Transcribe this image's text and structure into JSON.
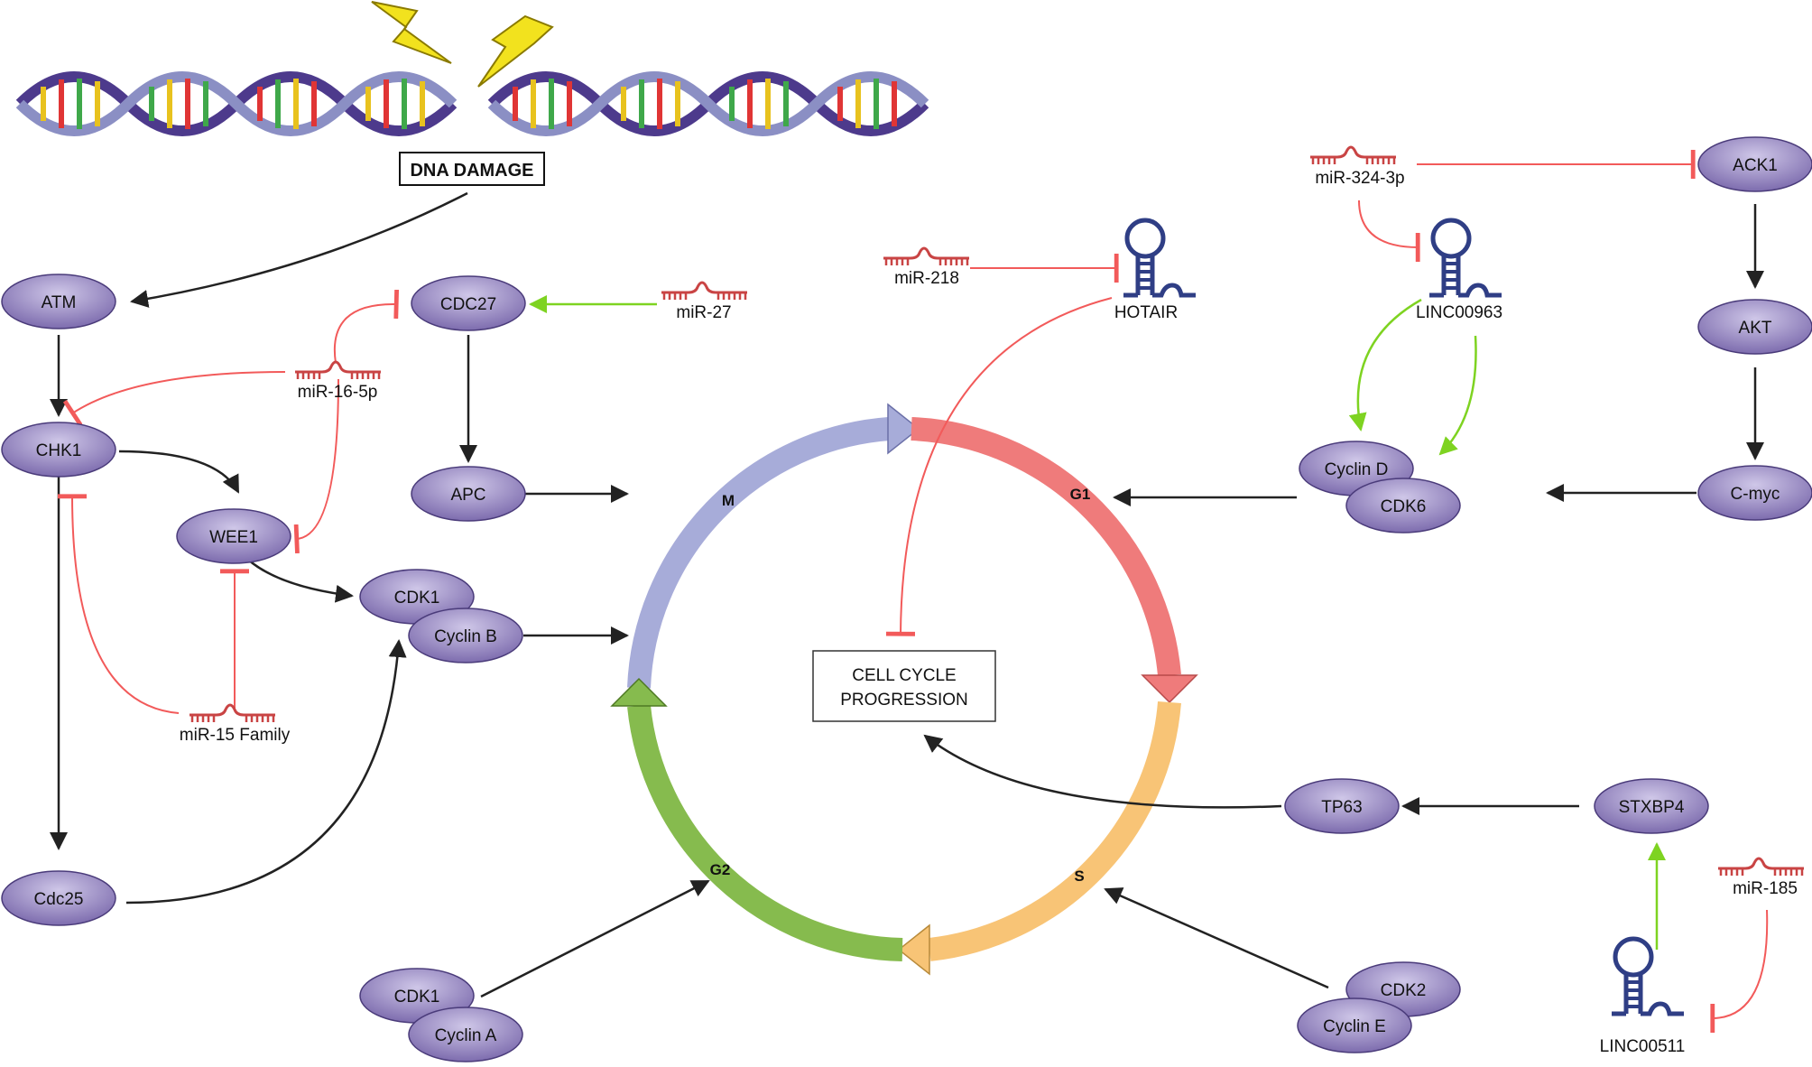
{
  "colors": {
    "node_fill_light": "#b6acd6",
    "node_fill_dark": "#7a68aa",
    "node_stroke": "#4a3b7a",
    "mirna": "#d24b4b",
    "lncrna": "#2f3e85",
    "inhibit": "#f25a5a",
    "activate": "#7ed321",
    "arrow": "#222222",
    "phase_m": "#a7acd9",
    "phase_g1": "#ef7b7b",
    "phase_s": "#f8c476",
    "phase_g2": "#86bb4e"
  },
  "header": {
    "dna_damage": "DNA DAMAGE"
  },
  "center": {
    "line1": "CELL CYCLE",
    "line2": "PROGRESSION"
  },
  "phases": {
    "m": "M",
    "g1": "G1",
    "s": "S",
    "g2": "G2"
  },
  "nodes": {
    "atm": "ATM",
    "chk1": "CHK1",
    "wee1": "WEE1",
    "cdc25": "Cdc25",
    "cdc27": "CDC27",
    "apc": "APC",
    "cdk1_b": "CDK1",
    "cyclin_b": "Cyclin B",
    "cdk1_a": "CDK1",
    "cyclin_a": "Cyclin A",
    "cdk2": "CDK2",
    "cyclin_e": "Cyclin E",
    "cyclin_d": "Cyclin D",
    "cdk6": "CDK6",
    "ack1": "ACK1",
    "akt": "AKT",
    "cmyc": "C-myc",
    "tp63": "TP63",
    "stxbp4": "STXBP4"
  },
  "mirnas": {
    "mir27": "miR-27",
    "mir16": "miR-16-5p",
    "mir15": "miR-15 Family",
    "mir218": "miR-218",
    "mir324": "miR-324-3p",
    "mir185": "miR-185"
  },
  "lncrnas": {
    "hotair": "HOTAIR",
    "linc00963": "LINC00963",
    "linc00511": "LINC00511"
  }
}
